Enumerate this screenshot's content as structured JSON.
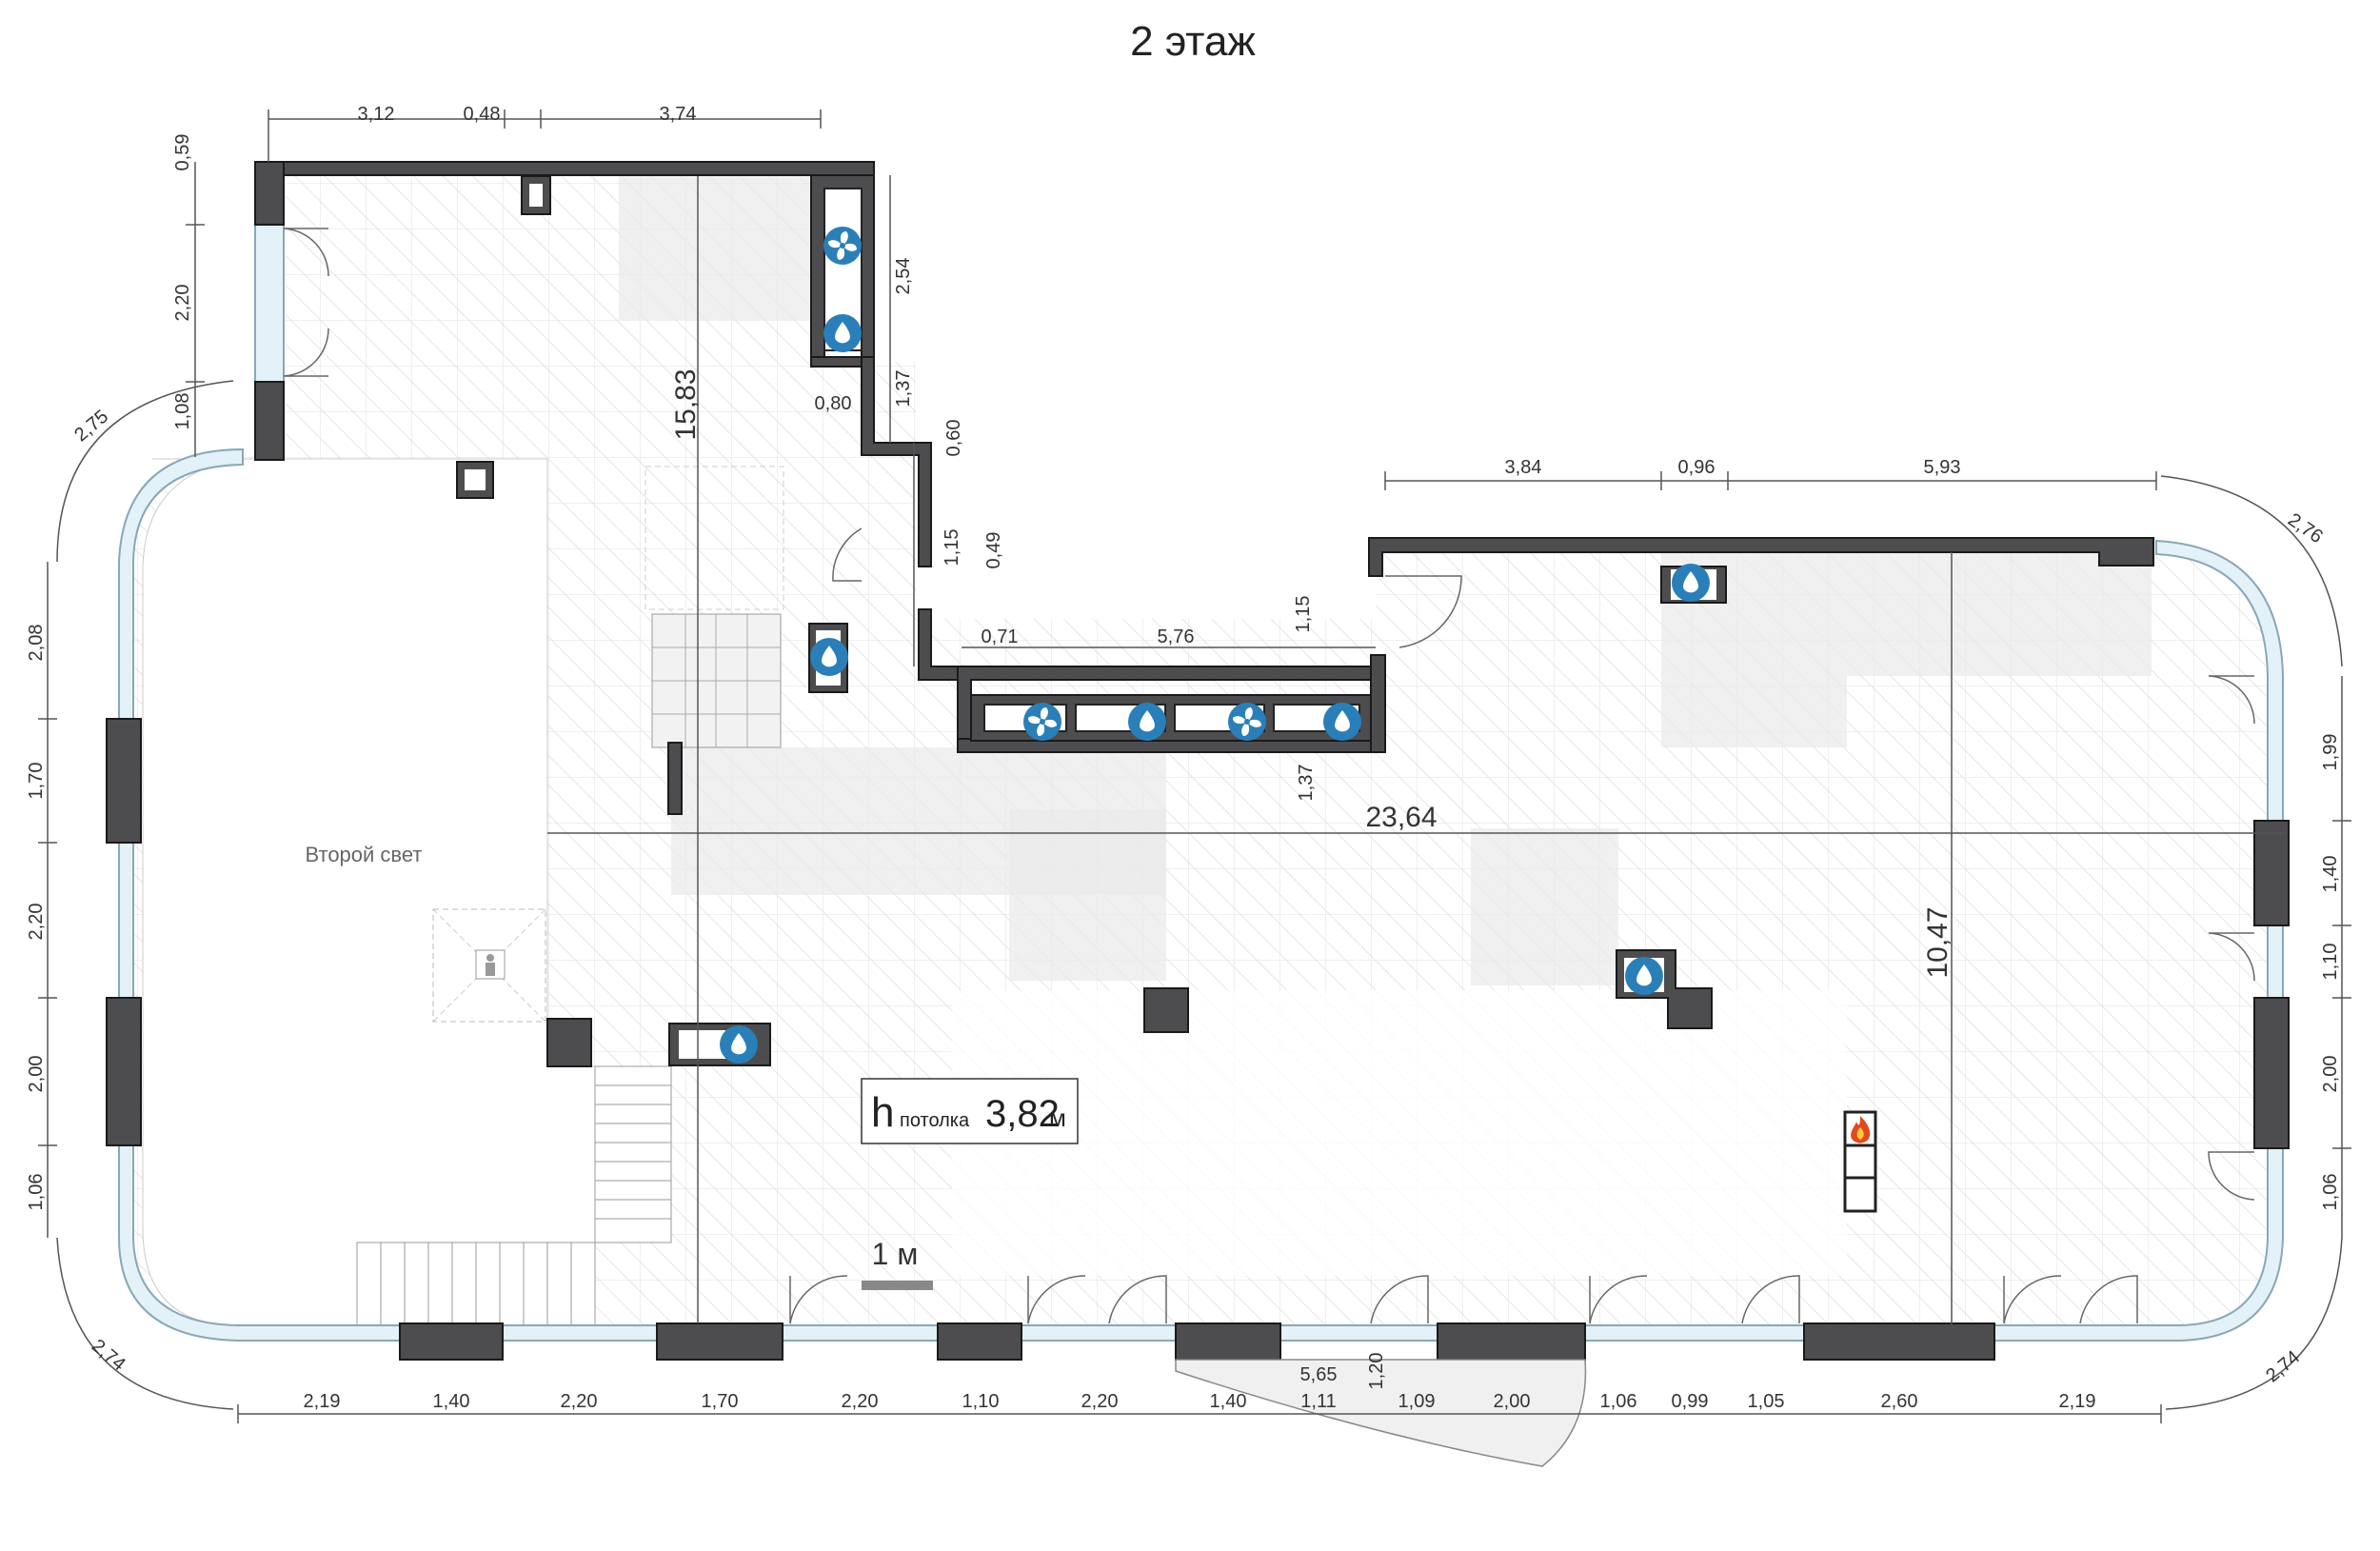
{
  "title": "2 этаж",
  "room_label": "Второй свет",
  "ceiling": {
    "h": "h",
    "label": "потолка",
    "value": "3,82",
    "unit": "м"
  },
  "scale_label": "1 м",
  "dimensions": {
    "top_left": [
      "3,12",
      "0,48",
      "3,74"
    ],
    "left_upper": [
      "0,59",
      "2,20",
      "1,08"
    ],
    "corner_tl": "2,75",
    "corner_tr": "2,76",
    "corner_bl": "2,74",
    "corner_br": "2,74",
    "shaft": [
      "2,54",
      "1,37",
      "0,80"
    ],
    "notch": [
      "0,60",
      "1,15",
      "0,49"
    ],
    "inner_top": [
      "0,71",
      "5,76",
      "1,15"
    ],
    "inner_vertical": [
      "15,83",
      "1,37"
    ],
    "right_top": [
      "3,84",
      "0,96",
      "5,93"
    ],
    "length": "23,64",
    "height_right": "10,47",
    "left_side": [
      "2,08",
      "1,70",
      "2,20",
      "2,00",
      "1,06"
    ],
    "right_side": [
      "1,99",
      "1,40",
      "1,10",
      "2,00",
      "1,06"
    ],
    "bottom": [
      "2,19",
      "1,40",
      "2,20",
      "1,70",
      "2,20",
      "1,10",
      "2,20",
      "1,40",
      "1,11",
      "1,09",
      "2,00",
      "1,06",
      "0,99",
      "1,05",
      "2,60",
      "2,19"
    ],
    "terrace": [
      "5,65",
      "1,20"
    ]
  },
  "icons": {
    "fan": "fan-icon",
    "water": "water-drop-icon",
    "fire": "fire-icon",
    "elevator": "elevator-icon"
  },
  "colors": {
    "wall": "#4d4d4f",
    "glass": "#e3f1f8",
    "icon": "#2b7fb8",
    "fire": "#e04a1f"
  }
}
